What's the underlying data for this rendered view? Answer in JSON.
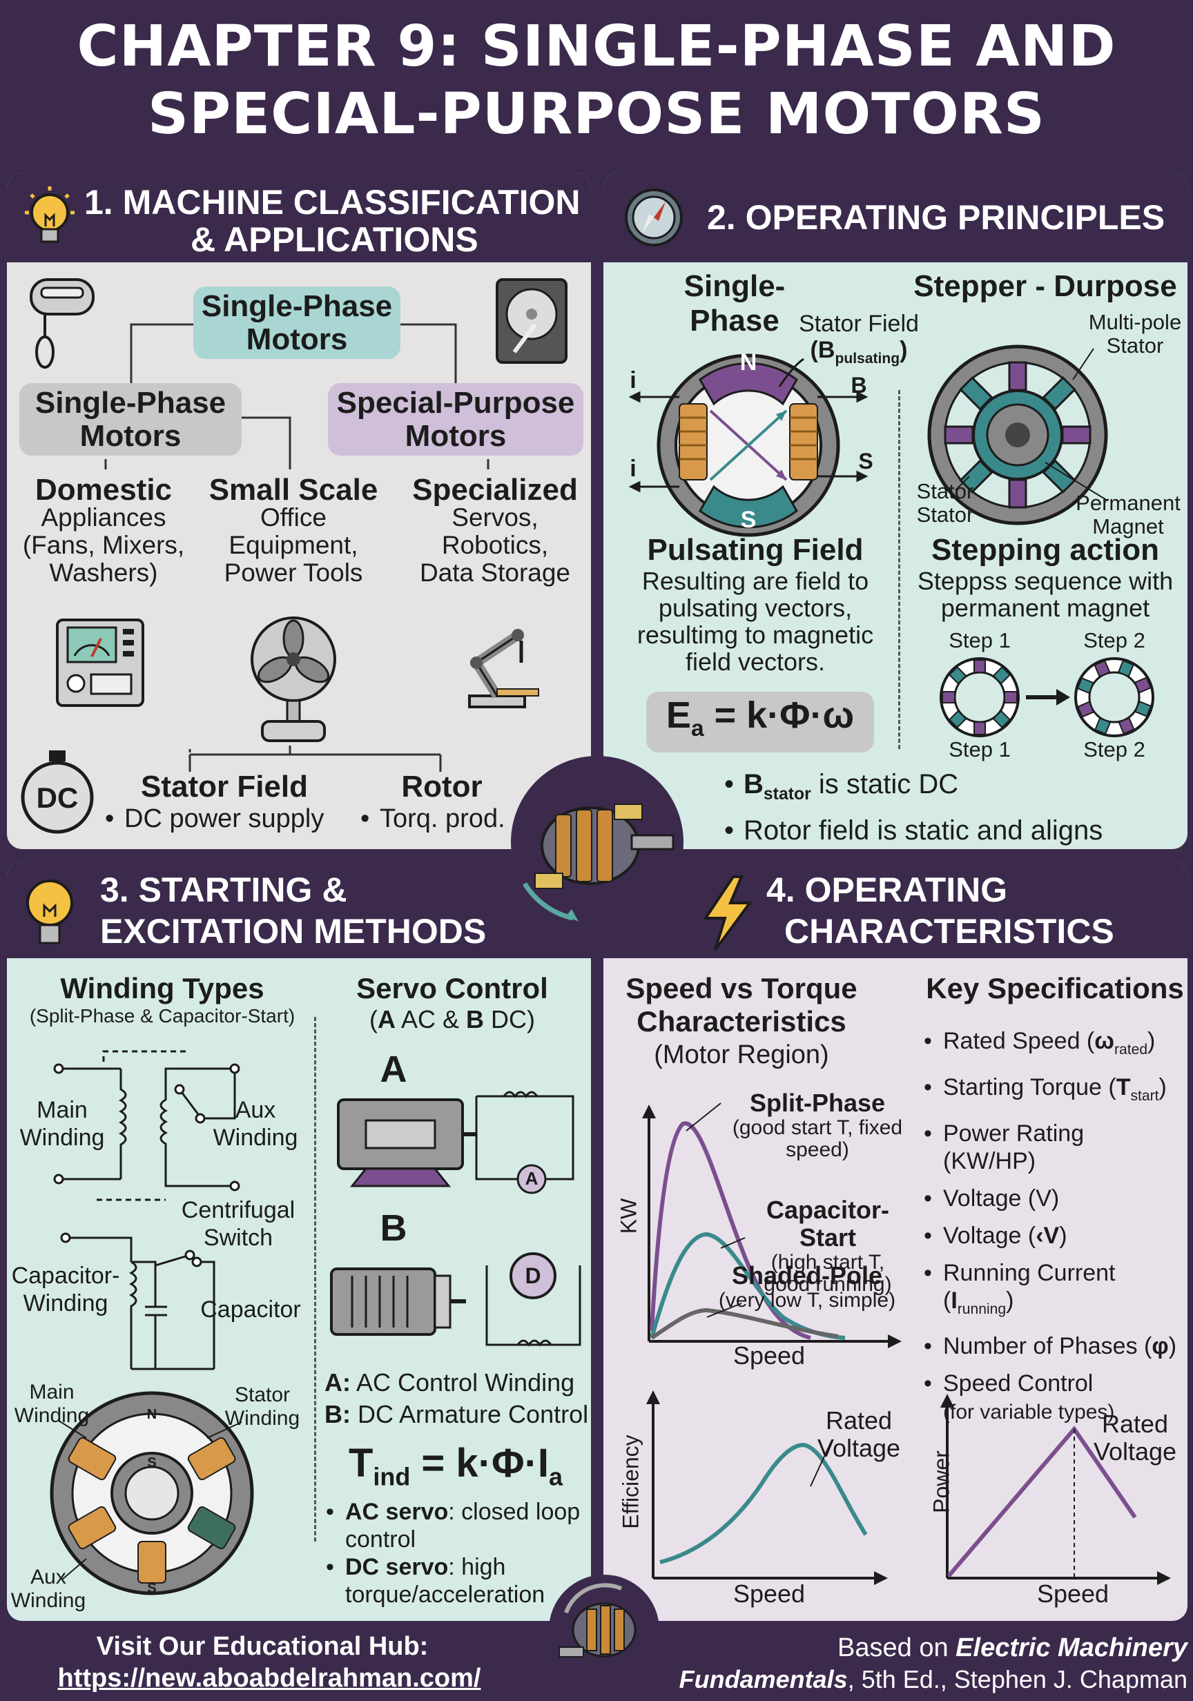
{
  "title": {
    "line1": "CHAPTER 9: SINGLE-PHASE AND",
    "line2": "SPECIAL-PURPOSE MOTORS"
  },
  "section1": {
    "heading_line1": "1. MACHINE CLASSIFICATION",
    "heading_line2": "& APPLICATIONS",
    "top_box_line1": "Single-Phase",
    "top_box_line2": "Motors",
    "left_box_line1": "Single-Phase",
    "left_box_line2": "Motors",
    "right_box_line1": "Special-Purpose",
    "right_box_line2": "Motors",
    "col1_title": "Domestic",
    "col1_l1": "Appliances",
    "col1_l2": "(Fans, Mixers,",
    "col1_l3": "Washers)",
    "col2_title": "Small Scale",
    "col2_l1": "Office",
    "col2_l2": "Equipment,",
    "col2_l3": "Power Tools",
    "col3_title": "Specialized",
    "col3_l1": "Servos,",
    "col3_l2": "Robotics,",
    "col3_l3": "Data Storage",
    "dc_badge": "DC",
    "stator_title": "Stator Field",
    "stator_item": "DC power supply",
    "rotor_title": "Rotor",
    "rotor_item": "Torq. prod."
  },
  "section2": {
    "heading": "2. OPERATING PRINCIPLES",
    "left_title": "Single-Phase",
    "right_title": "Stepper - Durpose",
    "stator_field_l1": "Stator Field",
    "stator_field_l2a": "(B",
    "stator_field_sub": "pulsating",
    "stator_field_l2b": ")",
    "label_i_top": "i",
    "label_i_bottom": "i",
    "label_B": "B",
    "label_S_arrow": "S",
    "pole_N": "N",
    "pole_S": "S",
    "multipole_l1": "Multi-pole",
    "multipole_l2": "Stator",
    "stator_l1": "Stator",
    "stator_l2": "Stator",
    "pm_l1": "Permanent",
    "pm_l2": "Magnet",
    "pulsating_title": "Pulsating Field",
    "pulsating_l1": "Resulting are field to",
    "pulsating_l2": "pulsating vectors,",
    "pulsating_l3": "resultimg to magnetic",
    "pulsating_l4": "field vectors.",
    "eq_E": "E",
    "eq_sub": "a",
    "eq_rest": " = k·Φ·ω",
    "stepping_title": "Stepping action",
    "stepping_l1": "Steppss sequence with",
    "stepping_l2": "permanent magnet",
    "step1_top": "Step 1",
    "step2_top": "Step 2",
    "step1_bottom": "Step 1",
    "step2_bottom": "Step 2",
    "bullet1_a": "B",
    "bullet1_sub": "stator",
    "bullet1_b": " is static DC",
    "bullet2": "Rotor field is static and aligns"
  },
  "section3": {
    "heading_line1": "3. STARTING &",
    "heading_line2": "EXCITATION METHODS",
    "winding_title": "Winding Types",
    "winding_sub": "(Split-Phase & Capacitor-Start)",
    "servo_title": "Servo Control",
    "servo_sub_a": "(",
    "servo_sub_A": "A",
    "servo_sub_mid": " AC & ",
    "servo_sub_B": "B",
    "servo_sub_end": " DC)",
    "main_winding_l1": "Main",
    "main_winding_l2": "Winding",
    "aux_winding_l1": "Aux",
    "aux_winding_l2": "Winding",
    "centrifugal_l1": "Centrifugal",
    "centrifugal_l2": "Switch",
    "cap_winding_l1": "Capacitor-",
    "cap_winding_l2": "Winding",
    "capacitor": "Capacitor",
    "label_A": "A",
    "label_B": "B",
    "meter_A": "A",
    "meter_D": "D",
    "stator_main_l1": "Main",
    "stator_main_l2": "Winding",
    "stator_winding_l1": "Stator",
    "stator_winding_l2": "Winding",
    "stator_aux_l1": "Aux",
    "stator_aux_l2": "Winding",
    "stator_N": "N",
    "stator_S1": "S",
    "stator_S2": "S",
    "ac_label_a": "A:",
    "ac_label_b": " AC Control Winding",
    "dc_label_a": "B:",
    "dc_label_b": " DC Armature Control",
    "eq_T": "T",
    "eq_sub": "ind",
    "eq_mid": " = k·Φ·I",
    "eq_sub2": "a",
    "bullet1_b": "AC servo",
    "bullet1_rest": ": closed loop",
    "bullet1_l2": "control",
    "bullet2_b": "DC servo",
    "bullet2_rest": ": high",
    "bullet2_l2": "torque/acceleration"
  },
  "section4": {
    "heading_line1": "4. OPERATING",
    "heading_line2": "CHARACTERISTICS",
    "chart_title_l1": "Speed vs Torque",
    "chart_title_l2": "Characteristics",
    "chart_title_l3": "(Motor Region)",
    "specs_title": "Key Specifications",
    "split_l1": "Split-Phase",
    "split_l2": "(good start T, fixed",
    "split_l3": "speed)",
    "cap_l1": "Capacitor-Start",
    "cap_l2": "(high start T,",
    "cap_l3": "good running)",
    "shaded_l1": "Shaded-Pole",
    "shaded_l2": "(very low T, simple)",
    "ylabel_kw": "KW",
    "xlabel_speed1": "Speed",
    "eff_ylabel": "Efficiency",
    "eff_xlabel": "Speed",
    "eff_l1": "Rated",
    "eff_l2": "Voltage",
    "pow_ylabel": "Power",
    "pow_xlabel": "Speed",
    "pow_l1": "Rated",
    "pow_l2": "Voltage",
    "spec1_a": "Rated Speed (",
    "spec1_sym": "ω",
    "spec1_sub": "rated",
    "spec1_b": ")",
    "spec2_a": "Starting Torque (",
    "spec2_sym": "T",
    "spec2_sub": "start",
    "spec2_b": ")",
    "spec3_l1": "Power Rating",
    "spec3_l2": "(KW/HP)",
    "spec4": "Voltage (V)",
    "spec5_a": "Voltage (",
    "spec5_sym": "‹V",
    "spec5_b": ")",
    "spec6_a": "Running Current (",
    "spec6_sym": "I",
    "spec6_sub": "running",
    "spec6_b": ")",
    "spec7_a": "Number of Phases (",
    "spec7_sym": "φ",
    "spec7_b": ")",
    "spec8_l1": "Speed Control",
    "spec8_l2": "(for variable types)"
  },
  "footer": {
    "visit": "Visit Our Educational Hub:",
    "url": "https://new.aboabdelrahman.com/",
    "based_a": "Based on ",
    "based_b": "Electric Machinery",
    "fund_b": "Fundamentals",
    "fund_rest": ", 5th Ed., Stephen J. Chapman"
  },
  "colors": {
    "dark": "#3b2a4c",
    "purple": "#7b4f8f",
    "teal": "#3a8a8c",
    "copper": "#c98a3a",
    "lightpurple": "#cfbfd9",
    "lightteal": "#a9d6d2"
  }
}
